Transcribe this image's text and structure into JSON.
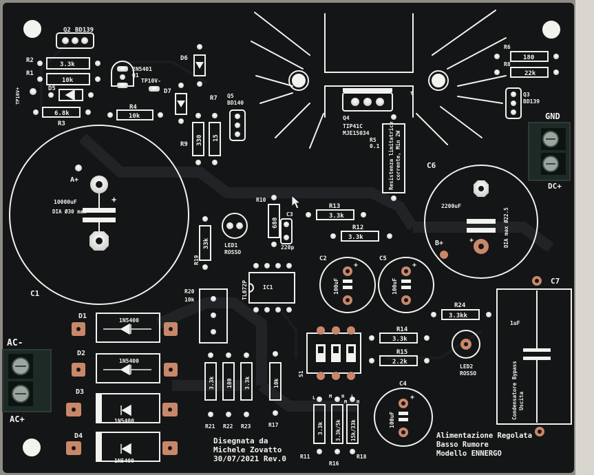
{
  "board": {
    "colors": {
      "mask": "#141516",
      "silk": "#f2f2ee",
      "copper": "#c9876a",
      "pad": "#e8e8e4",
      "trace": "#1f2124"
    }
  },
  "labels": {
    "q2": "Q2",
    "bd139_a": "BD139",
    "r2": "R2",
    "r2_val": "3.3k",
    "r1": "R1",
    "r1_val": "10k",
    "q1_part": "2N5401",
    "q1": "Q1",
    "d5": "D5",
    "tp10v_plus": "TP10V+",
    "tp10v_minus": "TP10V-",
    "r3": "R3",
    "r3_val": "6.8k",
    "r4": "R4",
    "r4_val": "10k",
    "d6": "D6",
    "d7": "D7",
    "r9": "R9",
    "r9_val": "330",
    "r7": "R7",
    "r7_val": "15",
    "q5": "Q5",
    "bd140": "BD140",
    "q4": "Q4",
    "tip41c": "TIP41C",
    "mje15034": "MJE15034",
    "r5": "R5",
    "r5_val": "0.1",
    "r5_note1": "Resistenza limitatrice",
    "r5_note2": "corrente, Min 2W",
    "r6": "R6",
    "r6_val": "180",
    "r8": "R8",
    "r8_val": "22k",
    "q3": "Q3",
    "bd139_b": "BD139",
    "gnd": "GND",
    "dc_plus": "DC+",
    "c6": "C6",
    "c6_val": "2200uF",
    "c6_dia": "DIA max Ø22.5",
    "b_plus": "B+",
    "a_plus": "A+",
    "c1_val": "10000uF",
    "c1_dia": "DIA Ø30 max",
    "c1": "C1",
    "r10": "R10",
    "r10_val": "680",
    "c3": "C3",
    "c3_val": "220p",
    "led1": "LED1",
    "rosso_1": "ROSSO",
    "r13": "R13",
    "r13_val": "3.3k",
    "r12": "R12",
    "r12_val": "3.3k",
    "r19": "R19",
    "r19_val": "33k",
    "tl072p": "TL072P",
    "ic1": "IC1",
    "c2": "C2",
    "c2_val": "100uF",
    "c5": "C5",
    "c5_val": "100uF",
    "c7": "C7",
    "c7_val": "1uF",
    "c7_note1": "Condensatore Bypass",
    "c7_note2": "Uscita",
    "r20": "R20",
    "r20_val": "10k",
    "r24": "R24",
    "r24_val": "3.3kk",
    "d1": "D1",
    "d2": "D2",
    "d3": "D3",
    "d4": "D4",
    "d_part": "1N5400",
    "ac_minus": "AC-",
    "ac_plus": "AC+",
    "r14": "R14",
    "r14_val": "3.3k",
    "r15": "R15",
    "r15_val": "2.2k",
    "s1": "S1",
    "led2": "LED2",
    "rosso_2": "ROSSO",
    "r21": "R21",
    "r21_val": "3.3k",
    "r22": "R22",
    "r22_val": "180",
    "r23": "R23",
    "r23_val": "3.3k",
    "r17": "R17",
    "r17_val": "10k",
    "r11": "R11",
    "r11_val": "3.3k",
    "r16": "R16",
    "r16_val": "3.3k/5k",
    "r18": "R18",
    "r18_val": "15k/33k",
    "l1": "L",
    "m1": "M",
    "h1": "H",
    "l2": "L",
    "m2": "M",
    "h2": "H",
    "c4": "C4",
    "c4_val": "100uF",
    "designer1": "Disegnata da",
    "designer2": "Michele Zovatto",
    "designer3": "30/07/2021 Rev.0",
    "title1": "Alimentazione Regolata",
    "title2": "Basso Rumore",
    "title3": "Modello ENNERGO"
  }
}
